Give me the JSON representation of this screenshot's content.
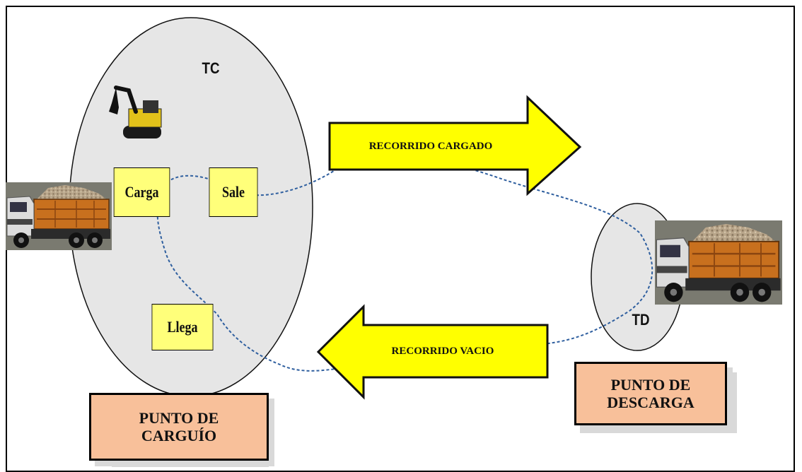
{
  "loading_zone": {
    "tag": "TC",
    "label_lines": [
      "PUNTO DE",
      "CARGUÍO"
    ]
  },
  "unloading_zone": {
    "tag": "TD",
    "label_lines": [
      "PUNTO DE",
      "DESCARGA"
    ]
  },
  "cycle_steps": {
    "carga": "Carga",
    "sale": "Sale",
    "llega": "Llega"
  },
  "arrows": {
    "loaded": {
      "label": "RECORRIDO CARGADO",
      "direction": "right"
    },
    "empty": {
      "label": "RECORRIDO VACIO",
      "direction": "left"
    }
  },
  "icons": [
    "excavator-icon",
    "dump-truck-icon"
  ],
  "colors": {
    "zone_fill": "#e6e6e6",
    "arrow_fill": "#ffff00",
    "step_box": "#ffff7a",
    "station_fill": "#f8c09a",
    "route_line": "#2f5f9f"
  }
}
